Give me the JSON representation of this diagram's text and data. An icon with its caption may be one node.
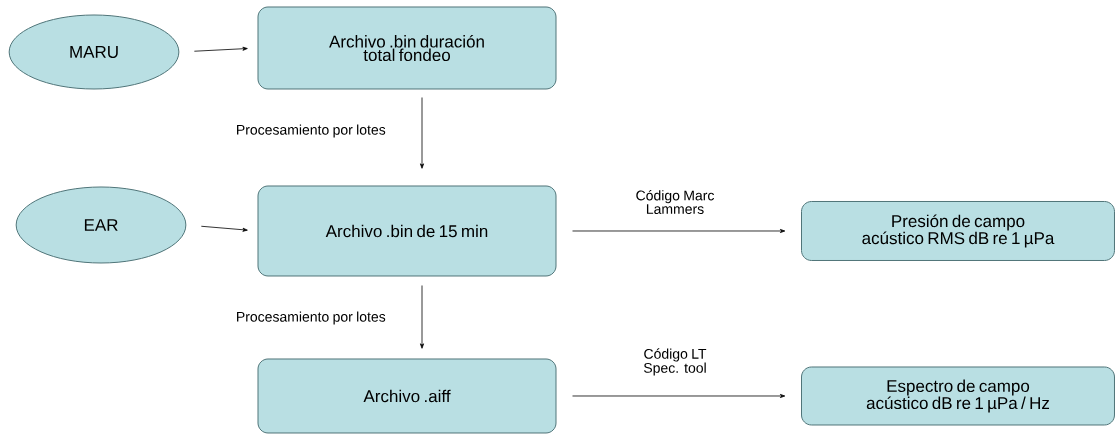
{
  "diagram": {
    "nodes": [
      {
        "text": [
          "MARU"
        ]
      },
      {
        "text": [
          "Archivo .bin duración total fondeo"
        ]
      },
      {
        "text": [
          "EAR"
        ]
      },
      {
        "text": [
          "Archivo .bin de 15 min"
        ]
      },
      {
        "text": [
          "Presión de campo acústico RMS dB re 1 µPa"
        ]
      },
      {
        "text": [
          "Archivo .aiff"
        ]
      },
      {
        "text": [
          "Espectro de campo acústico dB re 1 µPa / Hz"
        ]
      }
    ],
    "edges": [
      {
        "from": 0,
        "to": 1,
        "arrow": "to"
      },
      {
        "from": 1,
        "to": 3,
        "arrow": "to",
        "label": "Procesamiento por lotes"
      },
      {
        "from": 2,
        "to": 3,
        "arrow": "to"
      },
      {
        "from": 3,
        "to": 4,
        "arrow": "to",
        "label": "Código Marc Lammers"
      },
      {
        "from": 3,
        "to": 5,
        "arrow": "to",
        "label": "Procesamiento por lotes"
      },
      {
        "from": 5,
        "to": 6,
        "arrow": "to",
        "label": "Código LT Spec. tool"
      }
    ]
  }
}
